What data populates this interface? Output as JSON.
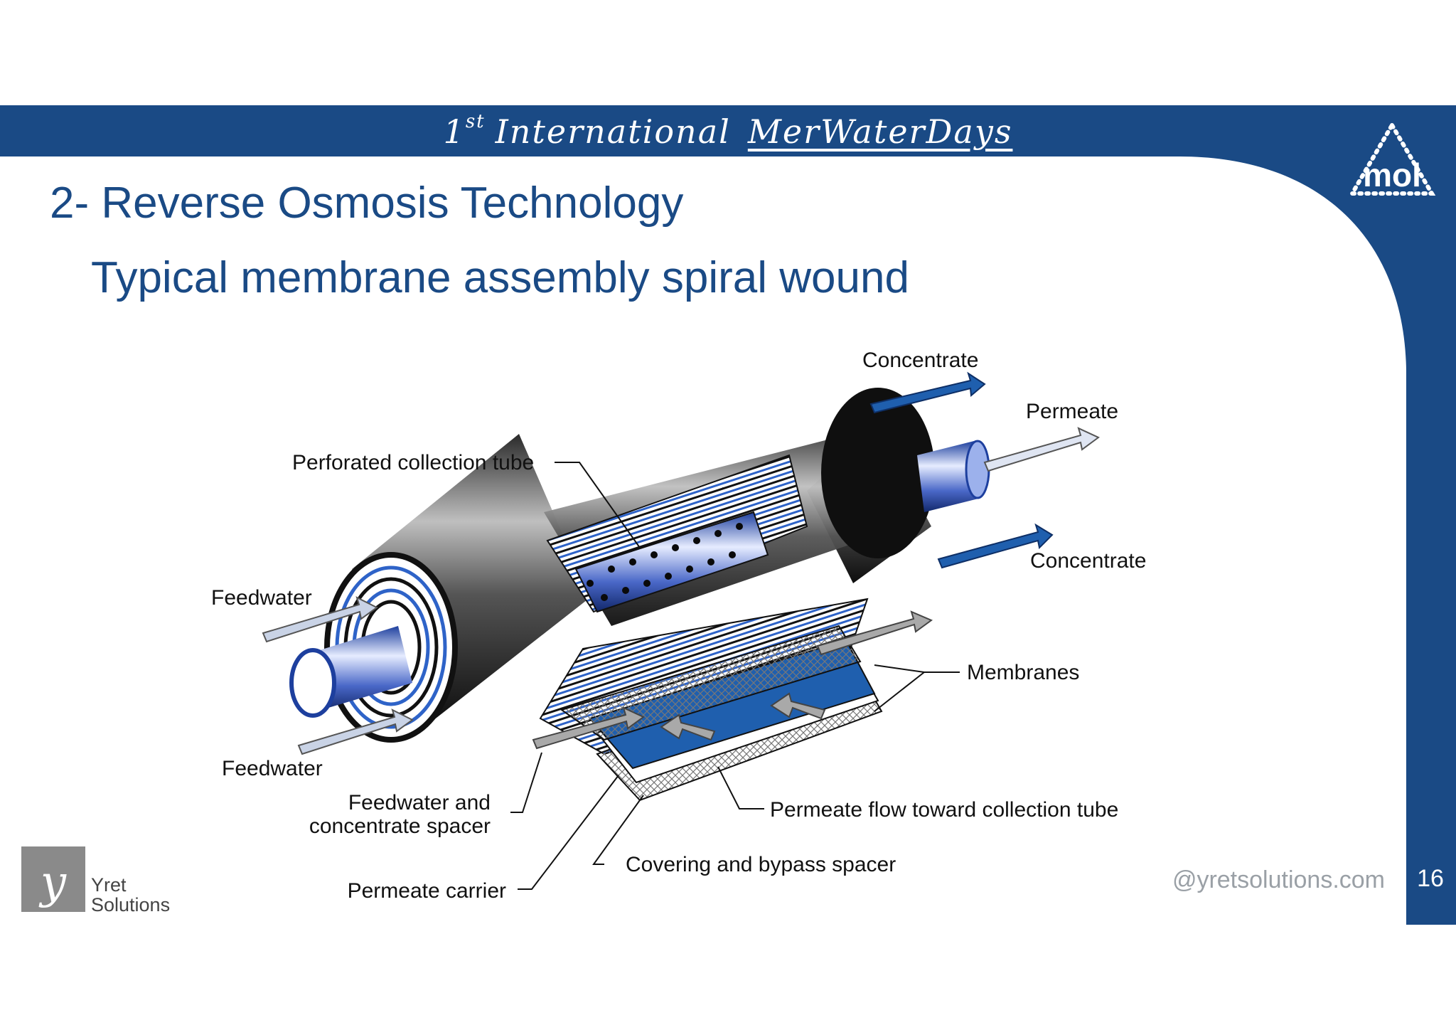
{
  "banner": {
    "ordinal": "1",
    "ordinal_suffix": "st",
    "word_international": "International",
    "word_event": "MerWaterDays"
  },
  "logo": {
    "text": "mol"
  },
  "slide": {
    "heading": "2- Reverse Osmosis Technology",
    "subheading": "Typical membrane assembly spiral wound"
  },
  "diagram": {
    "labels": {
      "concentrate_top": "Concentrate",
      "permeate": "Permeate",
      "concentrate_right": "Concentrate",
      "perforated_tube": "Perforated collection tube",
      "feedwater_top": "Feedwater",
      "feedwater_bottom": "Feedwater",
      "membranes": "Membranes",
      "feed_spacer_line1": "Feedwater and",
      "feed_spacer_line2": "concentrate spacer",
      "permeate_flow": "Permeate flow toward collection tube",
      "covering_spacer": "Covering and bypass spacer",
      "permeate_carrier": "Permeate carrier"
    }
  },
  "footer": {
    "company_logo_letter": "y",
    "company_line1": "Yret",
    "company_line2": "Solutions",
    "website": "@yretsolutions.com",
    "page_number": "16"
  },
  "colors": {
    "brand_blue": "#1a4a85",
    "arrow_blue": "#1f5fae",
    "arrow_light": "#c9d3e6"
  }
}
